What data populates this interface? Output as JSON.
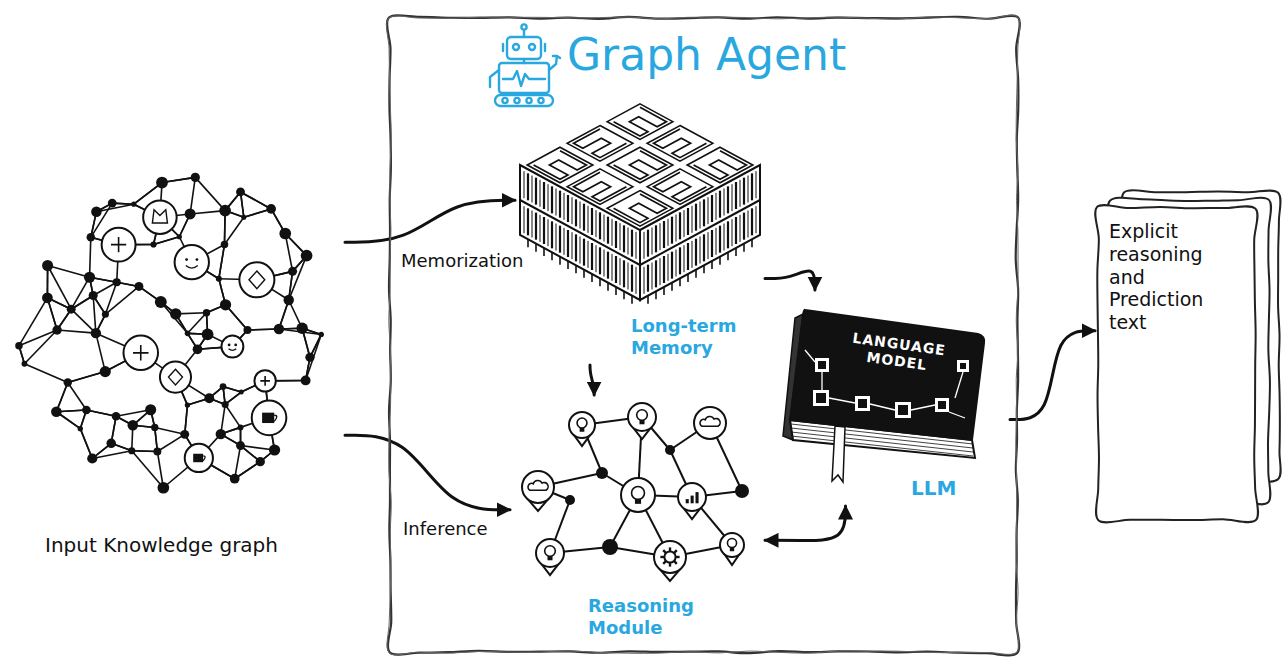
{
  "diagram": {
    "nodes": [
      {
        "text": [
          "Input Knowledge graph"
        ]
      },
      {
        "text": [
          "Graph Agent"
        ]
      },
      {
        "text": [
          "Long-term Memory"
        ],
        "in": 1
      },
      {
        "text": [
          "LLM"
        ],
        "in": 1
      },
      {
        "text": [
          "Reasoning Module"
        ],
        "in": 1
      },
      {
        "text": [
          "Explicit reasoning and Prediction text"
        ]
      }
    ],
    "edges": [
      {
        "from": 0,
        "to": 2,
        "arrow": "to",
        "label": "Memorization"
      },
      {
        "from": 0,
        "to": 4,
        "arrow": "to",
        "label": "Inference"
      },
      {
        "from": 2,
        "to": 4,
        "arrow": "to"
      },
      {
        "from": 2,
        "to": 3,
        "arrow": "to"
      },
      {
        "from": 4,
        "to": 3,
        "arrow": "both"
      },
      {
        "from": 3,
        "to": 5,
        "arrow": "to"
      }
    ],
    "labels": [
      "LANGUAGE MODEL"
    ]
  }
}
